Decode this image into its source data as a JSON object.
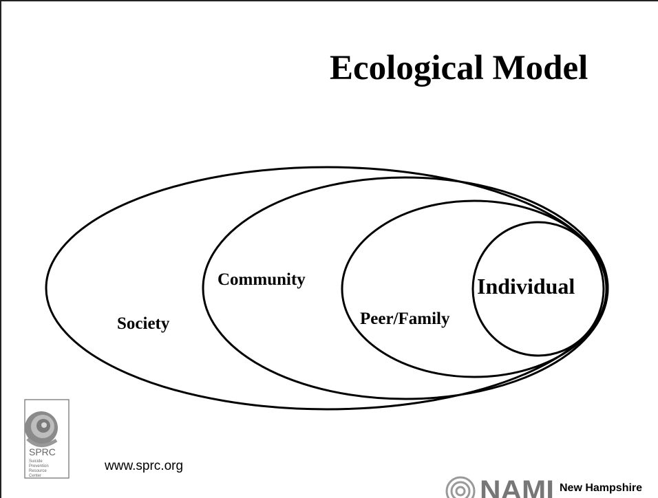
{
  "slide": {
    "title": "Ecological Model",
    "url": "www.sprc.org"
  },
  "diagram": {
    "rings": [
      {
        "label": "Society"
      },
      {
        "label": "Community"
      },
      {
        "label": "Peer/Family"
      },
      {
        "label": "Individual"
      }
    ]
  },
  "logos": {
    "sprc": {
      "acronym": "SPRC",
      "name_lines": [
        "Suicide",
        "Prevention",
        "Resource",
        "Center"
      ]
    },
    "nami": {
      "wordmark": "NAMI",
      "region": "New Hampshire"
    }
  },
  "colors": {
    "line": "#000000",
    "logo_gray": "#777777"
  }
}
